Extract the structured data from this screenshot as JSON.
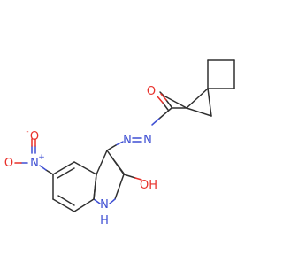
{
  "atoms": {
    "o_carbonyl": "O",
    "n_azo_upper": "N",
    "n_azo_lower": "N",
    "n_nitro": "N",
    "nitro_plus": "+",
    "o_nitro_top": "O",
    "o_nitro_minus": "-",
    "o_nitro_left": "O",
    "oh": "OH",
    "nh_n": "N",
    "nh_h": "H"
  },
  "colors": {
    "bond": "#303030",
    "oxygen": "#e8302a",
    "nitrogen": "#3e4fd3"
  }
}
